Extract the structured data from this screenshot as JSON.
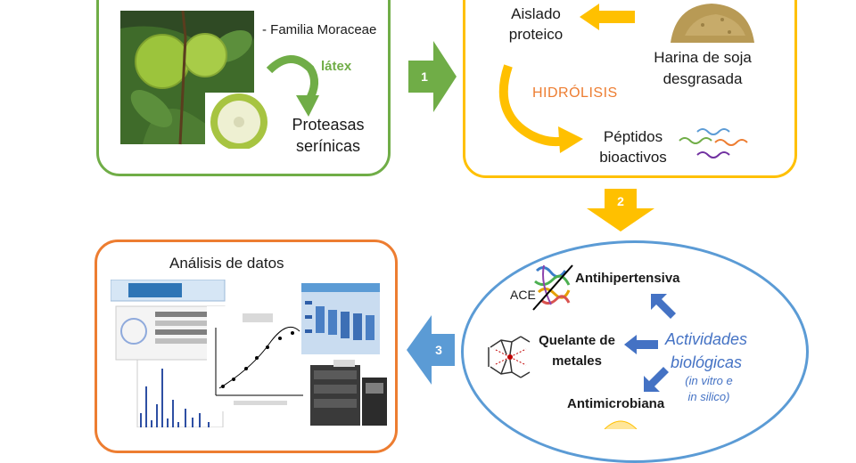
{
  "box1": {
    "familia": "- Familia Moraceae",
    "latex": "látex",
    "proteasas_line1": "Proteasas",
    "proteasas_line2": "serínicas"
  },
  "box2": {
    "aislado_line1": "Aislado",
    "aislado_line2": "proteico",
    "harina_line1": "Harina de soja",
    "harina_line2": "desgrasada",
    "hidrolisis": "HIDRÓLISIS",
    "peptidos_line1": "Péptidos",
    "peptidos_line2": "bioactivos"
  },
  "box3": {
    "antihipertensiva": "Antihipertensiva",
    "ace": "ACE",
    "quelante_line1": "Quelante de",
    "quelante_line2": "metales",
    "antimicrobiana": "Antimicrobiana",
    "actividades_line1": "Actividades",
    "actividades_line2": "biológicas",
    "invitro_line1": "(in vitro e",
    "invitro_line2": "in silico)"
  },
  "box4": {
    "title": "Análisis de datos"
  },
  "steps": [
    "1",
    "2",
    "3"
  ],
  "colors": {
    "green": "#70ad47",
    "yellow": "#ffc000",
    "orange": "#ed7d31",
    "blue": "#5b9bd5",
    "dark_blue": "#4472c4"
  }
}
